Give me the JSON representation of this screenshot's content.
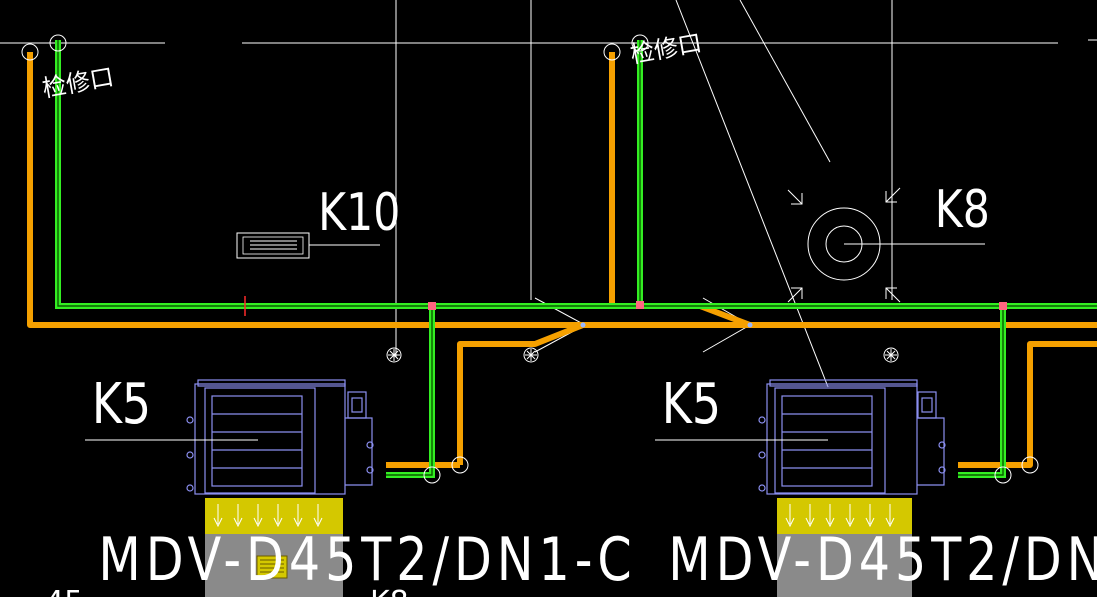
{
  "labels": {
    "k10": "K10",
    "k8": "K8",
    "k5_left": "K5",
    "k5_right": "K5",
    "inspection_left": "检修口",
    "inspection_right": "检修口",
    "model_left": "MDV-D45T2/DN1-C",
    "model_right": "MDV-D45T2/DN",
    "bottom_left_fragment": "45",
    "bottom_mid_fragment": "K8"
  },
  "colors": {
    "background": "#000000",
    "drain_pipe": "#f5a000",
    "refrigerant_pipe": "#33ee22",
    "indoor_unit": "#8b8ff0",
    "return_grille": "#d4c800",
    "annotation": "#ffffff"
  },
  "icons": {
    "inspection_port": "circle-icon",
    "floor_drain": "drain-icon",
    "exhaust_fan": "fan-icon",
    "supply_grille": "grille-icon"
  }
}
